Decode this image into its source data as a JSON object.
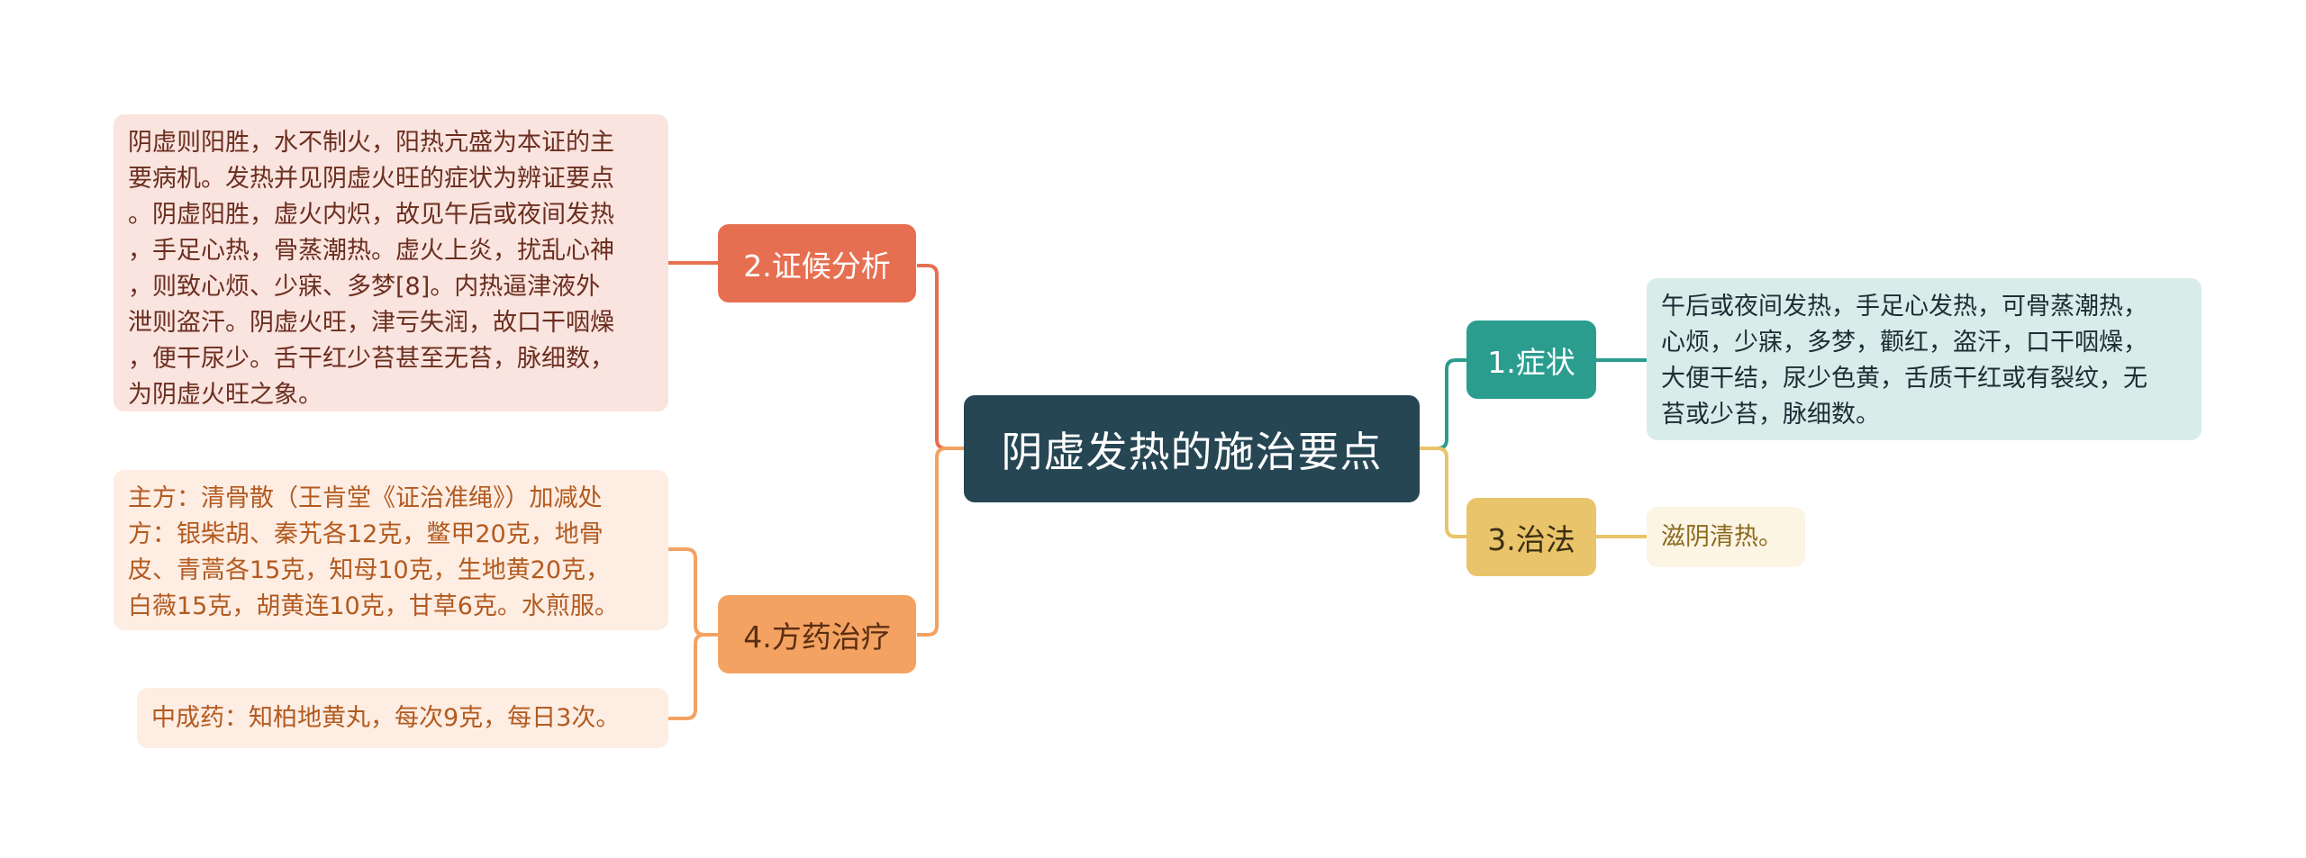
{
  "colors": {
    "root_bg": "#264653",
    "b1": "#2a9d8f",
    "b1_leaf_bg": "#d8ecea",
    "b2": "#e76f51",
    "b2_leaf_bg": "#fae4df",
    "b3": "#e9c46a",
    "b3_leaf_bg": "#fcf5e4",
    "b3_text": "#8c6a1e",
    "b4": "#f4a261",
    "b4_leaf_bg": "#fdede3",
    "b4_text": "#b35a1f",
    "b2_text": "#6b2e1f"
  },
  "root": {
    "title": "阴虚发热的施治要点"
  },
  "branches": {
    "symptoms": {
      "label": "1.症状",
      "leaf_lines": [
        "午后或夜间发热，手足心发热，可骨蒸潮热，",
        "心烦，少寐，多梦，颧红，盗汗，口干咽燥，",
        "大便干结，尿少色黄，舌质干红或有裂纹，无",
        "苔或少苔，脉细数。"
      ]
    },
    "analysis": {
      "label": "2.证候分析",
      "leaf_lines": [
        "阴虚则阳胜，水不制火，阳热亢盛为本证的主",
        "要病机。发热并见阴虚火旺的症状为辨证要点",
        "。阴虚阳胜，虚火内炽，故见午后或夜间发热",
        "，手足心热，骨蒸潮热。虚火上炎，扰乱心神",
        "，则致心烦、少寐、多梦[8]。内热逼津液外",
        "泄则盗汗。阴虚火旺，津亏失润，故口干咽燥",
        "，便干尿少。舌干红少苔甚至无苔，脉细数，",
        "为阴虚火旺之象。"
      ]
    },
    "treatment": {
      "label": "3.治法",
      "leaf_text": "滋阴清热。"
    },
    "prescription": {
      "label": "4.方药治疗",
      "leaf1_lines": [
        "主方：清骨散（王肯堂《证治准绳》）加减处",
        "方：银柴胡、秦艽各12克，鳖甲20克，地骨",
        "皮、青蒿各15克，知母10克，生地黄20克，",
        "白薇15克，胡黄连10克，甘草6克。水煎服。"
      ],
      "leaf2_text": "中成药：知柏地黄丸，每次9克，每日3次。"
    }
  }
}
